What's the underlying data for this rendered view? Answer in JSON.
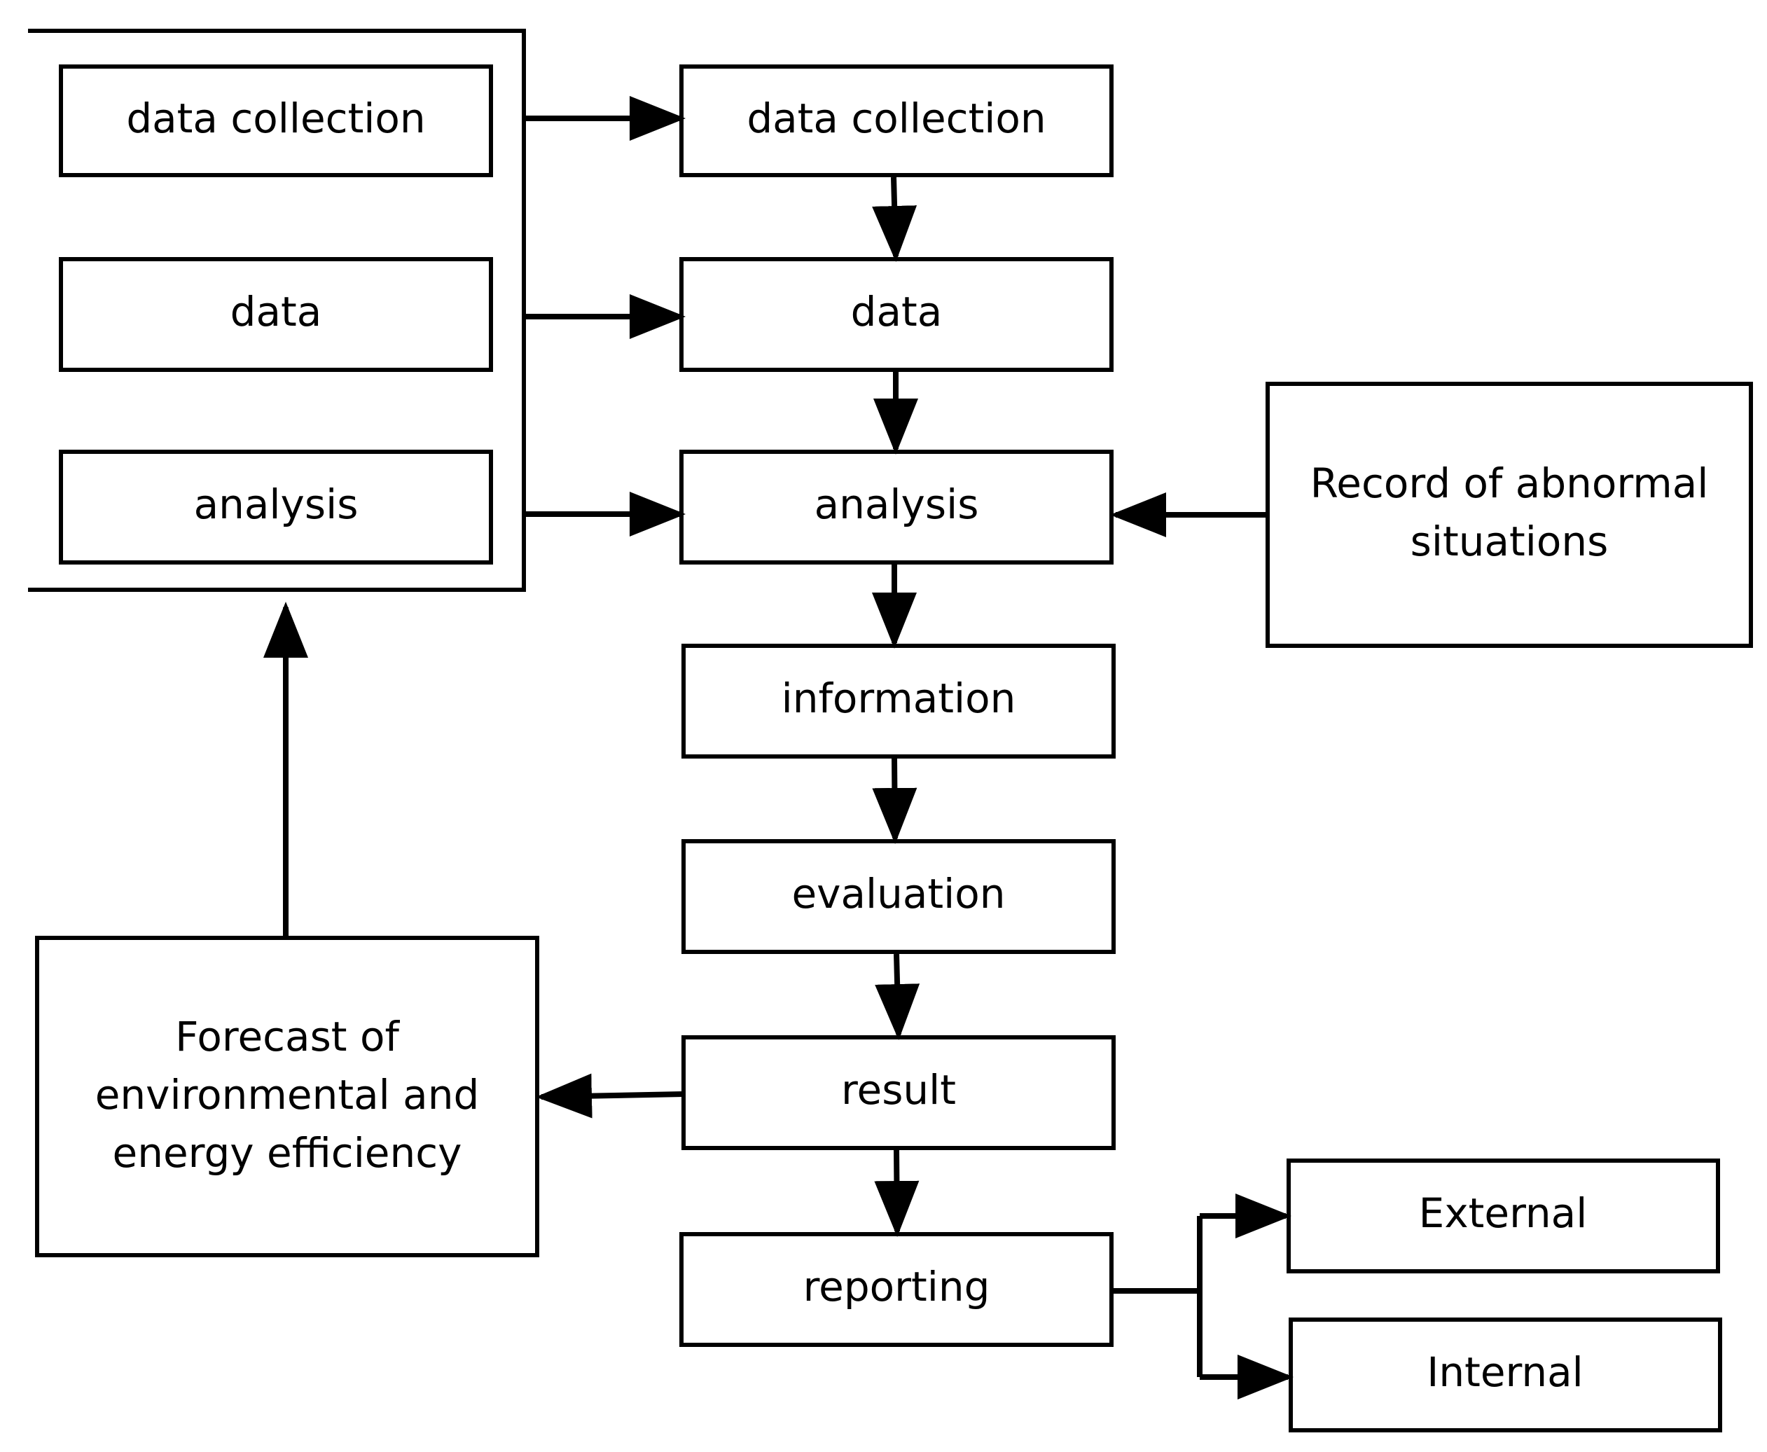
{
  "diagram": {
    "nodes": {
      "left_data_collection": "data collection",
      "left_data": "data",
      "left_analysis": "analysis",
      "main_data_collection": "data collection",
      "main_data": "data",
      "main_analysis": "analysis",
      "main_information": "information",
      "main_evaluation": "evaluation",
      "main_result": "result",
      "main_reporting": "reporting",
      "record_line1": "Record of abnormal",
      "record_line2": "situations",
      "forecast_line1": "Forecast of",
      "forecast_line2": "environmental and",
      "forecast_line3": "energy efficiency",
      "external": "External",
      "internal": "Internal"
    },
    "edges": [
      {
        "from": "data collection (left)",
        "to": "data collection"
      },
      {
        "from": "data (left)",
        "to": "data"
      },
      {
        "from": "analysis (left)",
        "to": "analysis"
      },
      {
        "from": "data collection",
        "to": "data"
      },
      {
        "from": "data",
        "to": "analysis"
      },
      {
        "from": "analysis",
        "to": "information"
      },
      {
        "from": "information",
        "to": "evaluation"
      },
      {
        "from": "evaluation",
        "to": "result"
      },
      {
        "from": "result",
        "to": "reporting"
      },
      {
        "from": "Record of abnormal situations",
        "to": "analysis"
      },
      {
        "from": "result",
        "to": "Forecast of environmental and energy efficiency"
      },
      {
        "from": "Forecast of environmental and energy efficiency",
        "to": "left group"
      },
      {
        "from": "reporting",
        "to": "External"
      },
      {
        "from": "reporting",
        "to": "Internal"
      }
    ]
  }
}
